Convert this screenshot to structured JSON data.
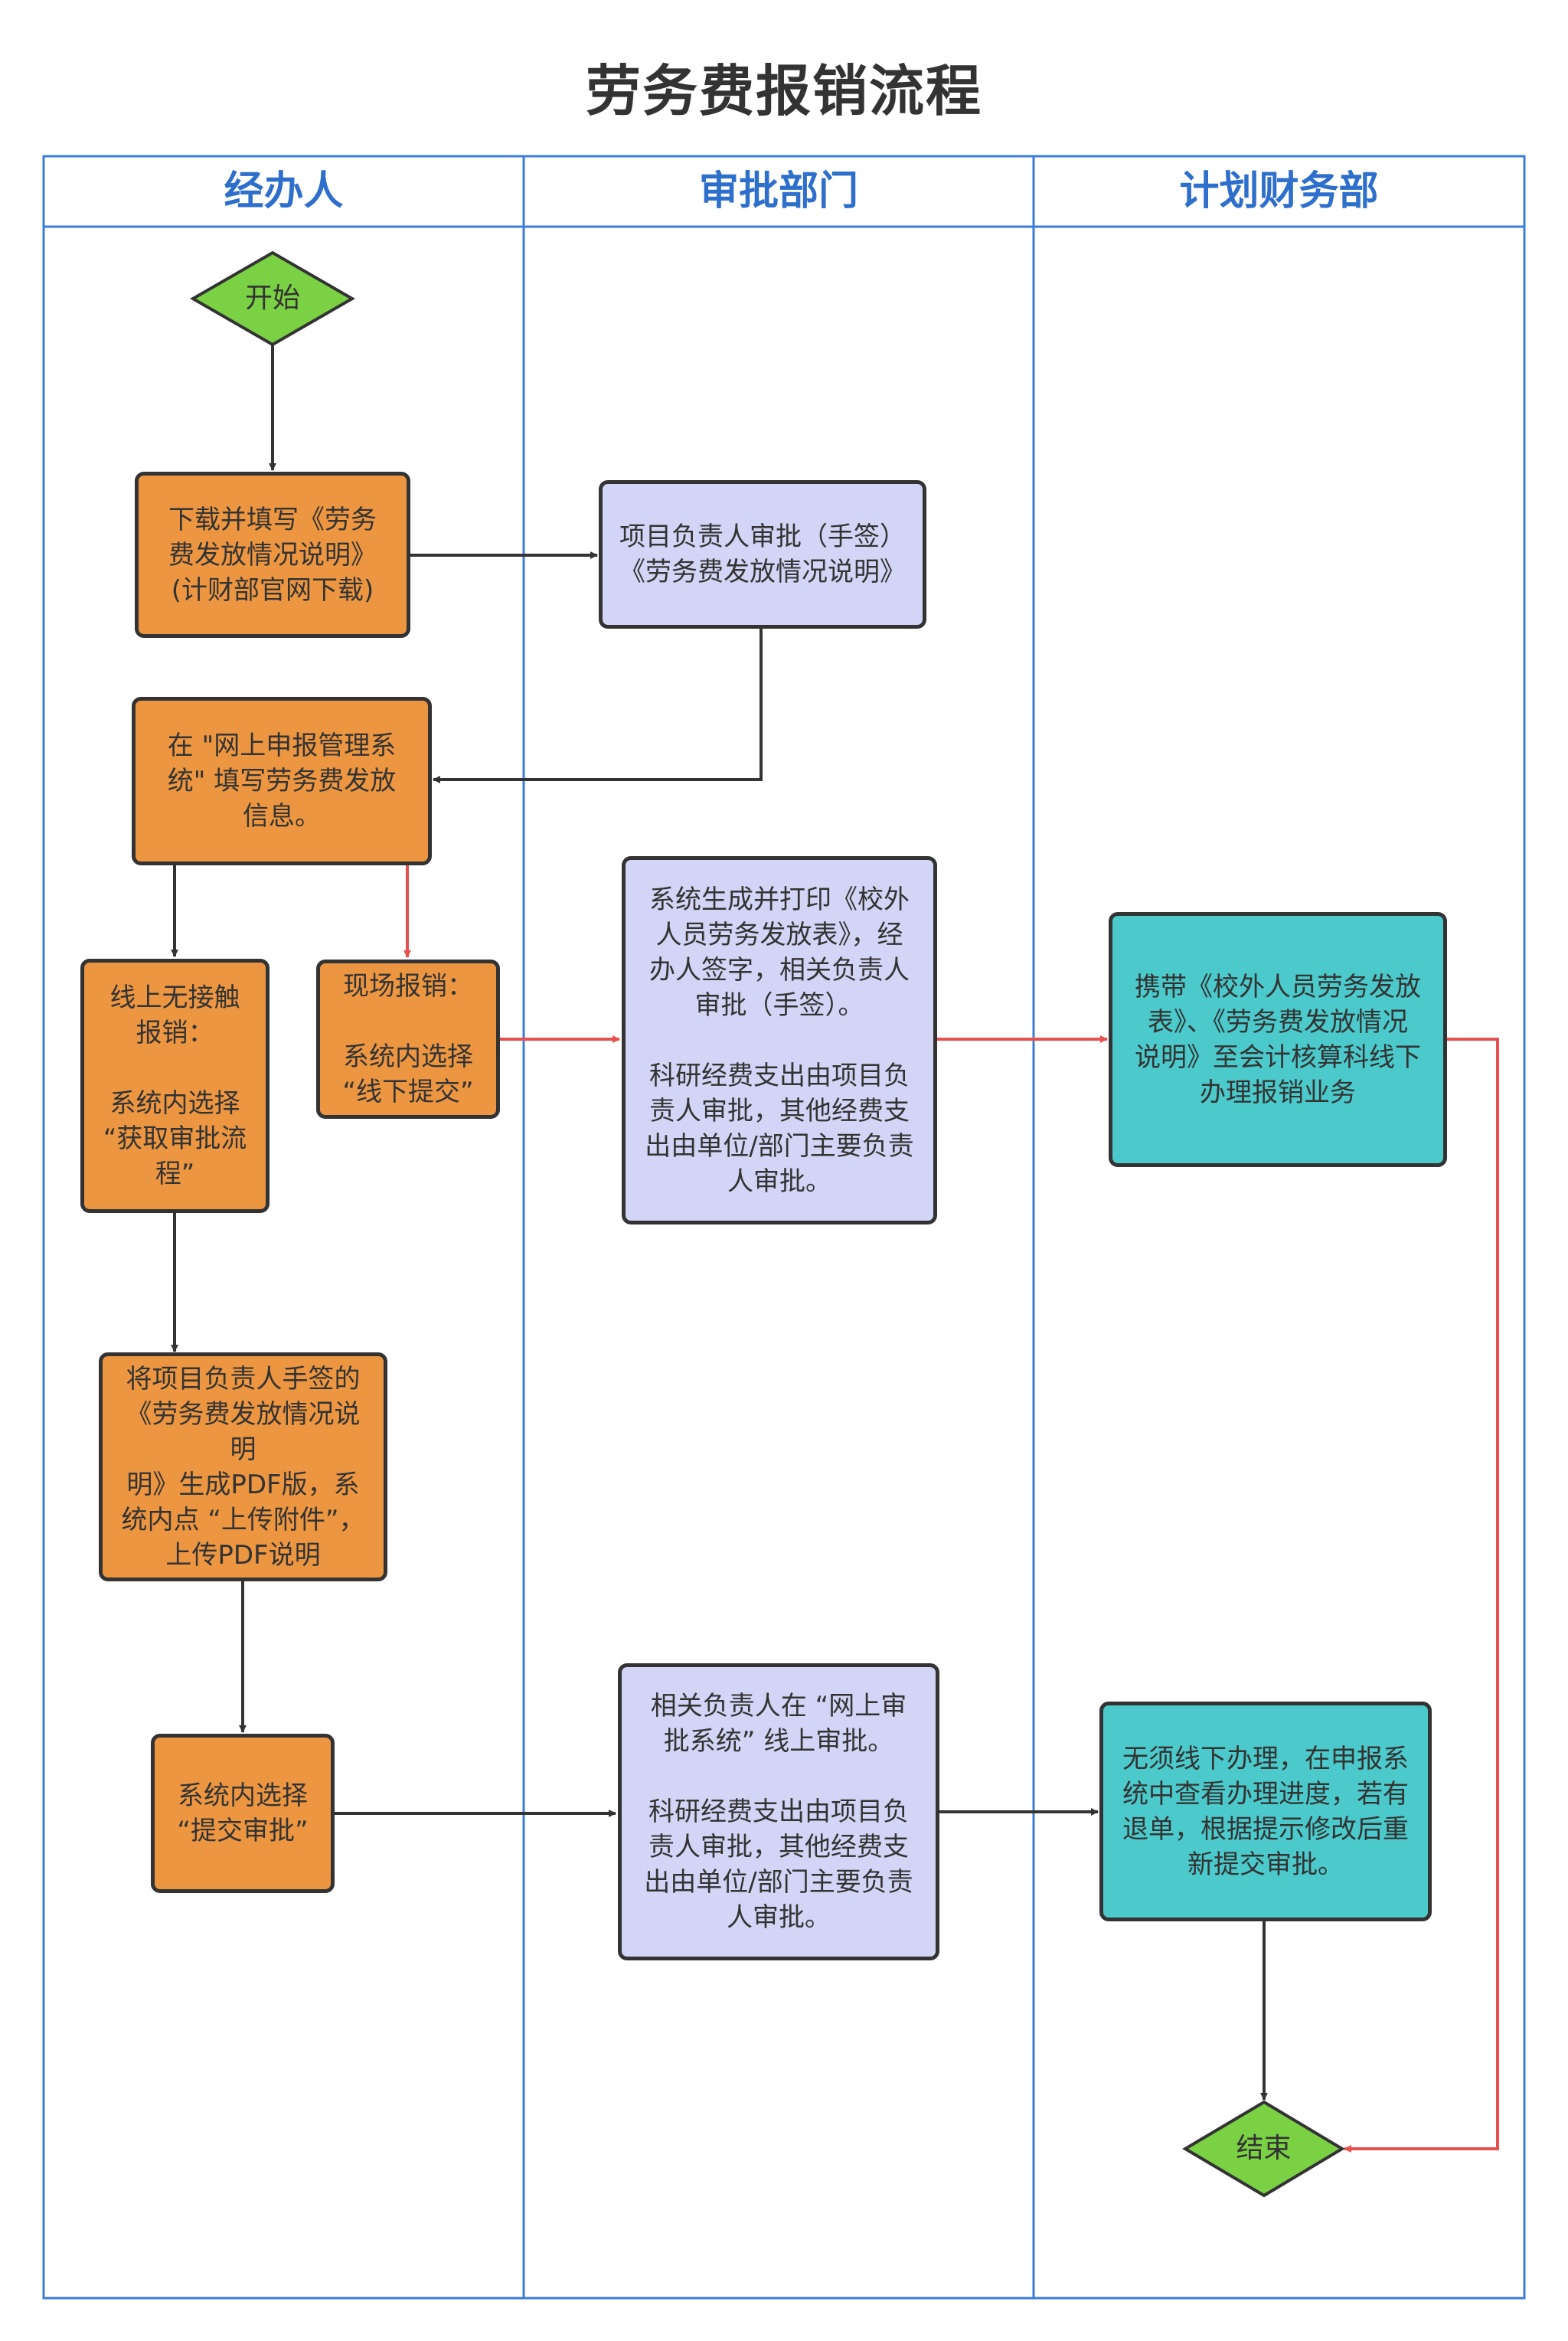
{
  "title": "劳务费报销流程",
  "lanes": [
    {
      "label": "经办人"
    },
    {
      "label": "审批部门"
    },
    {
      "label": "计划财务部"
    }
  ],
  "colors": {
    "lane_border": "#3b7dd8",
    "lane_title": "#2f6fcc",
    "terminal": "#7ad144",
    "applicant_step": "#ec9642",
    "approval_step": "#d2d5f5",
    "finance_step": "#4bc9cb",
    "flow_line": "#333333",
    "offline_line": "#e85050"
  },
  "nodes": {
    "start": "开始",
    "download_form": "下载并填写《劳务\n费发放情况说明》\n(计财部官网下载)",
    "pi_sign": "项目负责人审批（手签）\n《劳务费发放情况说明》",
    "fill_online": "在 \"网上申报管理系\n统\" 填写劳务费发放\n信息。",
    "online_path": "线上无接触\n报销：\n\n系统内选择\n“获取审批流\n程”",
    "onsite_path": "现场报销：\n\n系统内选择\n“线下提交”",
    "print_sign": "系统生成并打印《校外\n人员劳务发放表》，经\n办人签字，相关负责人\n审批（手签）。\n\n科研经费支出由项目负\n责人审批，其他经费支\n出由单位/部门主要负责\n人审批。",
    "offline_finance": "携带《校外人员劳务发放\n表》、《劳务费发放情况\n说明》至会计核算科线下\n办理报销业务",
    "upload_pdf": "将项目负责人手签的\n《劳务费发放情况说明\n明》生成PDF版，系\n统内点 “上传附件”，\n上传PDF说明",
    "submit_approval": "系统内选择\n“提交审批”",
    "online_approval": "相关负责人在 “网上审\n批系统” 线上审批。\n\n科研经费支出由项目负\n责人审批，其他经费支\n出由单位/部门主要负责\n人审批。",
    "online_finance": "无须线下办理，在申报系\n统中查看办理进度，若有\n退单，根据提示修改后重\n新提交审批。",
    "end": "结束"
  }
}
